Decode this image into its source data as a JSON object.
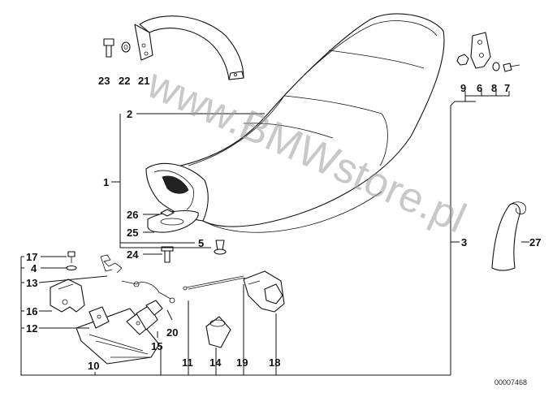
{
  "watermark": "www.BMWstore.pl",
  "diagram_ref": "00007468",
  "callouts": {
    "c1": "1",
    "c2": "2",
    "c3": "3",
    "c4": "4",
    "c5": "5",
    "c6": "6",
    "c7": "7",
    "c8": "8",
    "c9": "9",
    "c10": "10",
    "c11": "11",
    "c12": "12",
    "c13": "13",
    "c14": "14",
    "c15": "15",
    "c16": "16",
    "c17": "17",
    "c18": "18",
    "c19": "19",
    "c20": "20",
    "c21": "21",
    "c22": "22",
    "c23": "23",
    "c24": "24",
    "c25": "25",
    "c26": "26",
    "c27": "27"
  }
}
